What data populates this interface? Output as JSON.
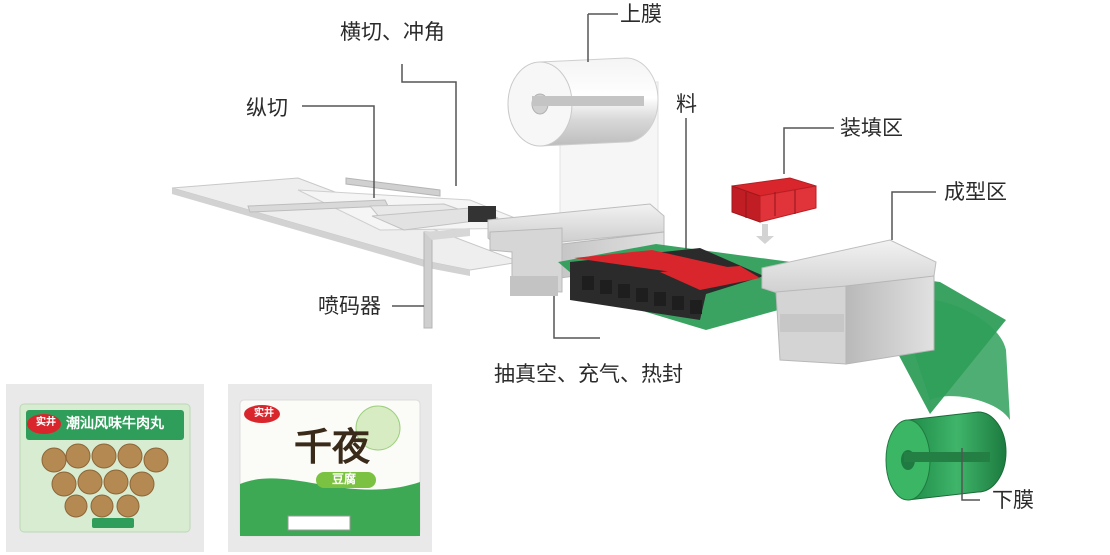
{
  "labels": {
    "upper_film": "上膜",
    "cross_cut": "横切、冲角",
    "slitting": "纵切",
    "material": "料",
    "filling_zone": "装填区",
    "forming_zone": "成型区",
    "inkjet_coder": "喷码器",
    "vacuum_gas_seal": "抽真空、充气、热封",
    "lower_film": "下膜"
  },
  "product_meatballs": {
    "brand": "实井",
    "name": "潮汕风味牛肉丸"
  },
  "product_tofu": {
    "brand": "实井",
    "name_big": "千夜",
    "name_sub": "豆腐"
  },
  "colors": {
    "film_green": "#2f9e5a",
    "product_red": "#d9262c",
    "product_dark": "#2a2a2a",
    "machine_gray": "#cfcfcf",
    "label_line": "#555555"
  }
}
